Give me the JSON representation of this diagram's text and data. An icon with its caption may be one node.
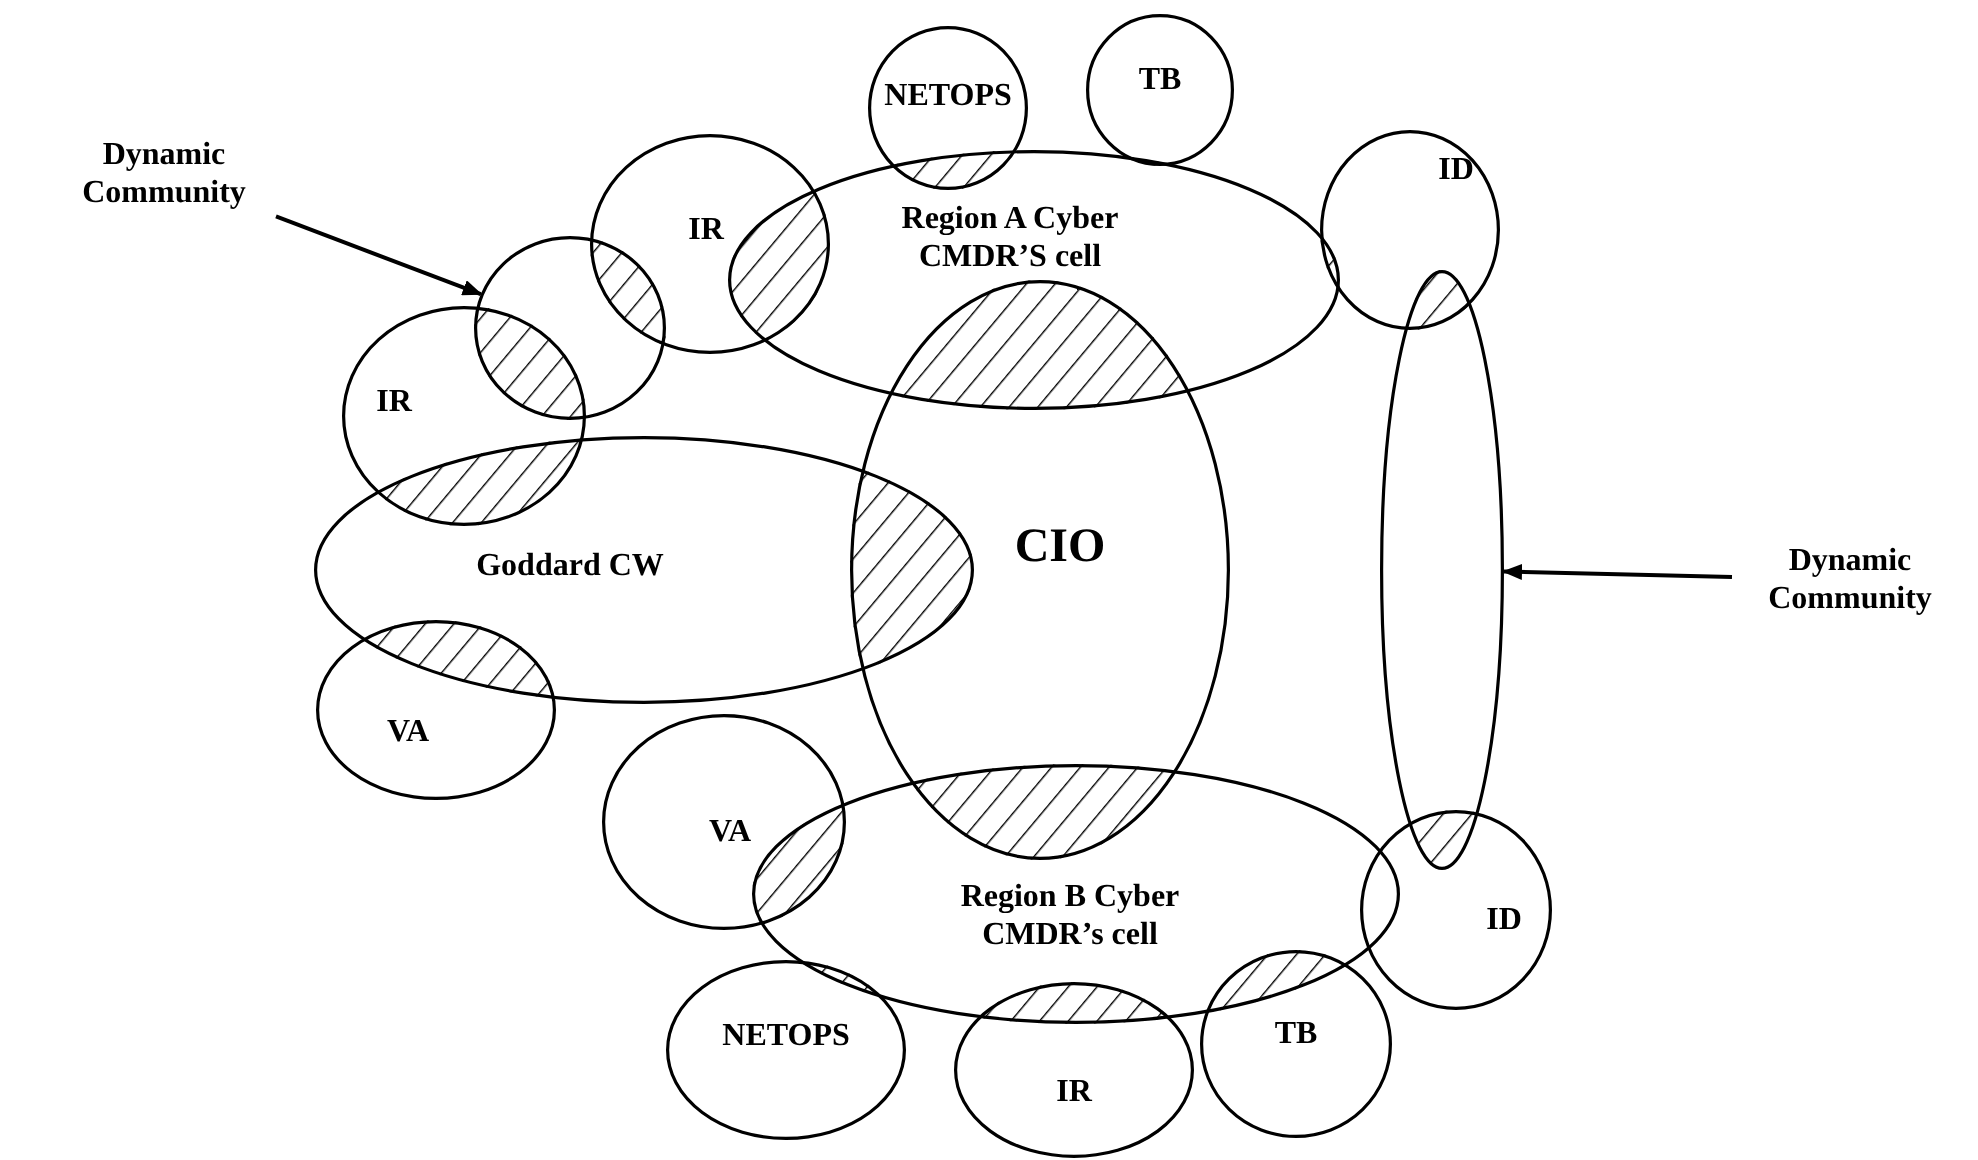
{
  "diagram": {
    "nodes": [
      {
        "text": [
          "Dynamic Community"
        ]
      },
      {
        "text": [
          "NETOPS"
        ]
      },
      {
        "text": [
          "TB"
        ]
      },
      {
        "text": [
          "IR"
        ]
      },
      {
        "text": [
          "Region A Cyber CMDR’S cell"
        ]
      },
      {
        "text": [
          "ID"
        ]
      },
      {
        "text": [],
        "shape": "ellipse"
      },
      {
        "text": [
          "IR"
        ]
      },
      {
        "text": [
          "CIO"
        ]
      },
      {
        "text": [
          "Goddard CW"
        ]
      },
      {
        "text": [
          "Dynamic Community"
        ]
      },
      {
        "text": [],
        "shape": "ellipse"
      },
      {
        "text": [
          "VA"
        ]
      },
      {
        "text": [
          "VA"
        ]
      },
      {
        "text": [
          "Region B Cyber CMDR’s cell"
        ]
      },
      {
        "text": [
          "ID"
        ]
      },
      {
        "text": [
          "NETOPS"
        ]
      },
      {
        "text": [
          "IR"
        ]
      },
      {
        "text": [
          "TB"
        ]
      }
    ],
    "edges": [
      {
        "from": 0,
        "to": 6,
        "arrow": "to"
      },
      {
        "from": 10,
        "to": 11,
        "arrow": "to"
      }
    ]
  }
}
